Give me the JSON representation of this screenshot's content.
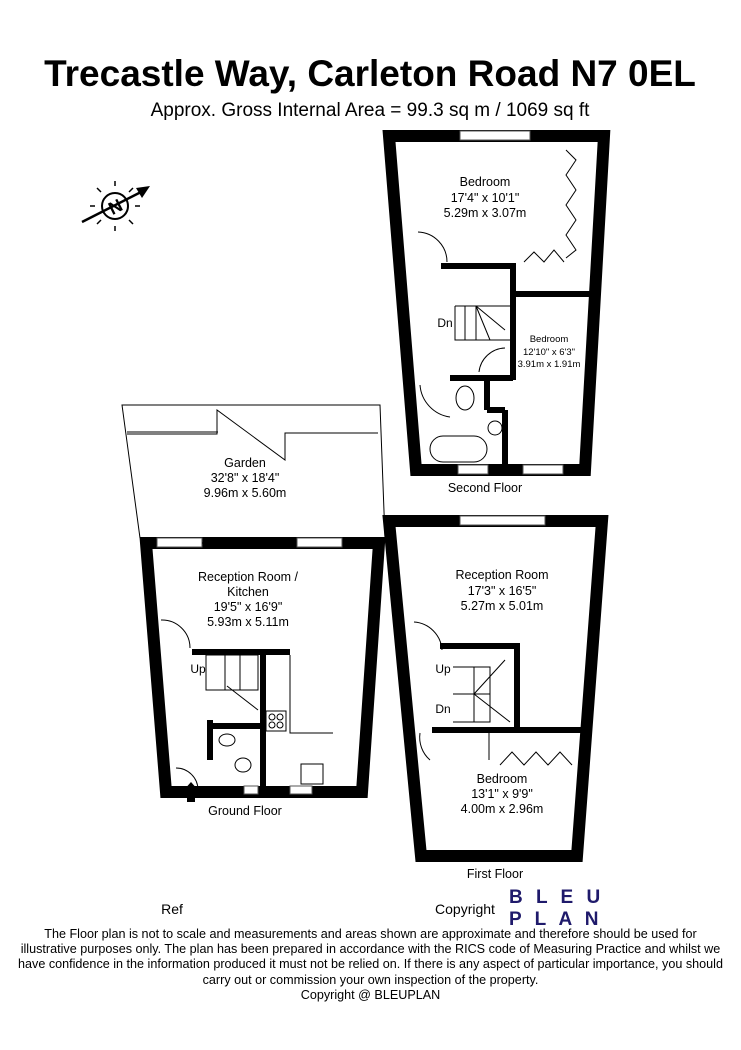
{
  "header": {
    "title": "Trecastle Way, Carleton Road N7 0EL",
    "subtitle": "Approx. Gross Internal Area = 99.3 sq m / 1069 sq ft"
  },
  "compass": {
    "icon": "north-compass-icon",
    "letter": "N"
  },
  "floors": {
    "second": {
      "label": "Second Floor",
      "rooms": [
        {
          "name": "Bedroom",
          "imperial": "17'4\" x 10'1\"",
          "metric": "5.29m x 3.07m"
        },
        {
          "name": "Bedroom",
          "imperial": "12'10\" x 6'3\"",
          "metric": "3.91m x 1.91m"
        }
      ],
      "stairs": "Dn"
    },
    "ground": {
      "label": "Ground Floor",
      "rooms": [
        {
          "name": "Garden",
          "imperial": "32'8\" x 18'4\"",
          "metric": "9.96m x 5.60m"
        },
        {
          "name": "Reception Room /",
          "name2": "Kitchen",
          "imperial": "19'5\" x 16'9\"",
          "metric": "5.93m x 5.11m"
        }
      ],
      "stairs": "Up"
    },
    "first": {
      "label": "First Floor",
      "rooms": [
        {
          "name": "Reception Room",
          "imperial": "17'3\" x 16'5\"",
          "metric": "5.27m x 5.01m"
        },
        {
          "name": "Bedroom",
          "imperial": "13'1\" x 9'9\"",
          "metric": "4.00m x 2.96m"
        }
      ],
      "stairs_up": "Up",
      "stairs_down": "Dn"
    }
  },
  "footer": {
    "ref": "Ref",
    "copyright_label": "Copyright",
    "logo_line1": "B L E U",
    "logo_line2": "P L A N",
    "logo_color": "#1f1a6b",
    "disclaimer": [
      "The Floor plan is not to scale and measurements and areas shown are approximate and therefore should be used for",
      "illustrative purposes only. The plan has been prepared in accordance with the RICS code of Measuring Practice and whilst we",
      "have confidence in the information produced it must not be relied on. If there is any aspect of particular importance, you should",
      "carry out or commission your own inspection of the property."
    ],
    "copyright_line": "Copyright @ BLEUPLAN"
  }
}
